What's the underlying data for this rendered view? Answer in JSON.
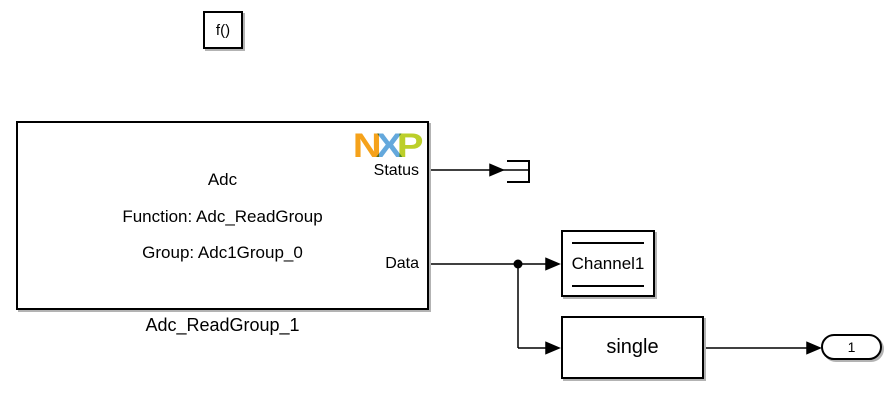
{
  "palette": {
    "background": "#ffffff",
    "line_color": "#000000",
    "block_fill": "#ffffff",
    "shadow_color": "#b3b3b3",
    "nxp_orange": "#F5A21B",
    "nxp_blue": "#64A8DC",
    "nxp_green": "#BCCF2A"
  },
  "trigger_block": {
    "label": "f()"
  },
  "adc_block": {
    "name": "Adc",
    "function_line": "Function: Adc_ReadGroup",
    "group_line": "Group: Adc1Group_0",
    "caption": "Adc_ReadGroup_1",
    "logo": {
      "n": "N",
      "x": "X",
      "p": "P"
    },
    "ports": [
      {
        "label": "Status"
      },
      {
        "label": "Data"
      }
    ]
  },
  "datastore_block": {
    "label": "Channel1"
  },
  "cast_block": {
    "label": "single"
  },
  "outport_block": {
    "label": "1"
  }
}
